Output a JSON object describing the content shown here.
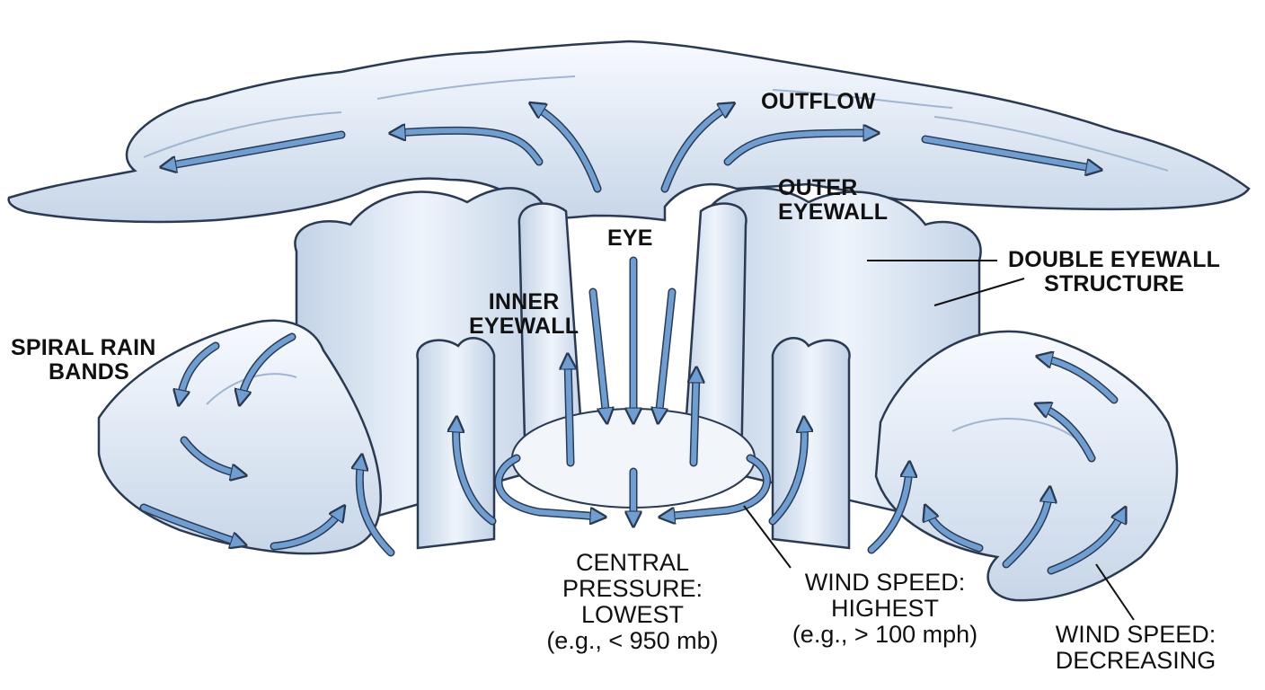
{
  "labels": {
    "outflow": [
      "OUTFLOW"
    ],
    "outer_eyewall": [
      "OUTER",
      "EYEWALL"
    ],
    "eye": [
      "EYE"
    ],
    "double_eyewall": [
      "DOUBLE EYEWALL",
      "STRUCTURE"
    ],
    "inner_eyewall": [
      "INNER",
      "EYEWALL"
    ],
    "spiral_rain_bands": [
      "SPIRAL RAIN",
      "BANDS"
    ],
    "central_pressure": [
      "CENTRAL",
      "PRESSURE:",
      "LOWEST",
      "(e.g., < 950 mb)"
    ],
    "wind_speed_highest": [
      "WIND SPEED:",
      "HIGHEST",
      "(e.g., > 100 mph)"
    ],
    "wind_speed_decreasing": [
      "WIND SPEED:",
      "DECREASING"
    ]
  },
  "colors": {
    "cloud_fill": "#e6eef7",
    "cloud_highlight": "#f8fbff",
    "cloud_shadow": "#b9c9dd",
    "outline": "#2a3a52",
    "arrow_fill": "#6f9fd2",
    "text": "#111111"
  }
}
